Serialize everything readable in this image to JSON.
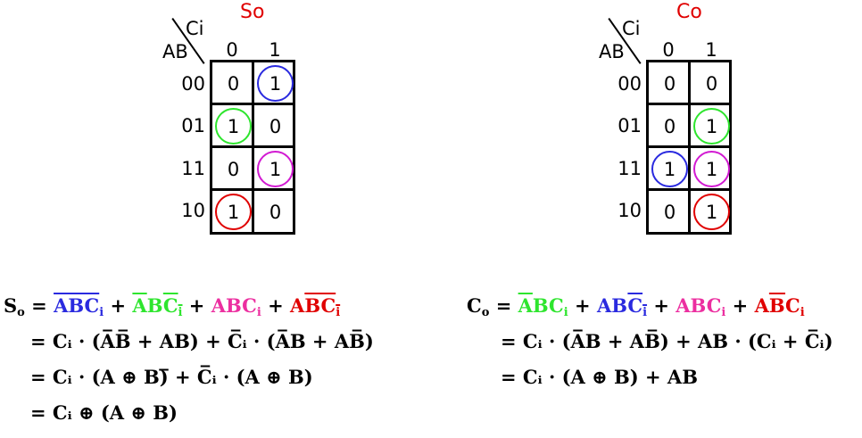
{
  "maps": [
    {
      "id": "so",
      "title": "So",
      "col_var": "Ci",
      "row_var": "AB",
      "col_headers": [
        "0",
        "1"
      ],
      "row_headers": [
        "00",
        "01",
        "11",
        "10"
      ],
      "cells": [
        [
          {
            "v": "0",
            "ring": ""
          },
          {
            "v": "1",
            "ring": "#2a2adf"
          }
        ],
        [
          {
            "v": "1",
            "ring": "#2ee52e"
          },
          {
            "v": "0",
            "ring": ""
          }
        ],
        [
          {
            "v": "0",
            "ring": ""
          },
          {
            "v": "1",
            "ring": "#d21ad2"
          }
        ],
        [
          {
            "v": "1",
            "ring": "#e00000"
          },
          {
            "v": "0",
            "ring": ""
          }
        ]
      ]
    },
    {
      "id": "co",
      "title": "Co",
      "col_var": "Ci",
      "row_var": "AB",
      "col_headers": [
        "0",
        "1"
      ],
      "row_headers": [
        "00",
        "01",
        "11",
        "10"
      ],
      "cells": [
        [
          {
            "v": "0",
            "ring": ""
          },
          {
            "v": "0",
            "ring": ""
          }
        ],
        [
          {
            "v": "0",
            "ring": ""
          },
          {
            "v": "1",
            "ring": "#2ee52e"
          }
        ],
        [
          {
            "v": "1",
            "ring": "#2a2adf"
          },
          {
            "v": "1",
            "ring": "#d21ad2"
          }
        ],
        [
          {
            "v": "0",
            "ring": ""
          },
          {
            "v": "1",
            "ring": "#e00000"
          }
        ]
      ]
    }
  ],
  "so_equation": {
    "lhs": "S",
    "lhs_sub": "o",
    "lines": [
      "= Cᵢ · (A̅B̅ + AB) + C̅ᵢ · (A̅B + AB̅)",
      "= Cᵢ · (A ⊕ B)̅ + C̅ᵢ · (A ⊕ B)",
      "= Cᵢ ⊕ (A ⊕ B)"
    ]
  },
  "co_equation": {
    "lhs": "C",
    "lhs_sub": "o",
    "lines": [
      "= Cᵢ · (A̅B + AB̅) + AB · (Cᵢ + C̅ᵢ)",
      "= Cᵢ · (A ⊕ B) + AB"
    ]
  }
}
